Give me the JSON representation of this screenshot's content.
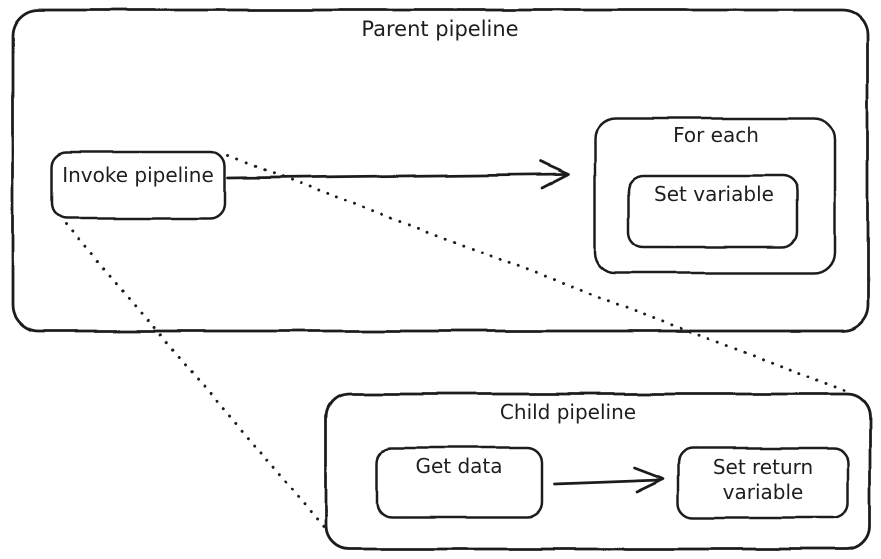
{
  "canvas": {
    "background": "#ffffff",
    "stroke_color": "#1e1e1e",
    "style": "hand-drawn"
  },
  "parent_pipeline": {
    "title": "Parent pipeline",
    "nodes": {
      "invoke_pipeline": {
        "label": "Invoke pipeline"
      },
      "for_each": {
        "label": "For each",
        "children": {
          "set_variable": {
            "label": "Set variable"
          }
        }
      }
    }
  },
  "child_pipeline": {
    "title": "Child pipeline",
    "nodes": {
      "get_data": {
        "label": "Get data"
      },
      "set_return_variable": {
        "lines": [
          "Set return",
          "variable"
        ]
      }
    }
  },
  "connections": [
    {
      "from": "Invoke pipeline",
      "to": "For each",
      "type": "solid_arrow"
    },
    {
      "from": "Get data",
      "to": "Set return variable",
      "type": "solid_arrow"
    },
    {
      "from": "Invoke pipeline",
      "to": "Child pipeline",
      "type": "dotted_line"
    },
    {
      "from": "Invoke pipeline",
      "to": "Child pipeline",
      "type": "dotted_line"
    }
  ]
}
